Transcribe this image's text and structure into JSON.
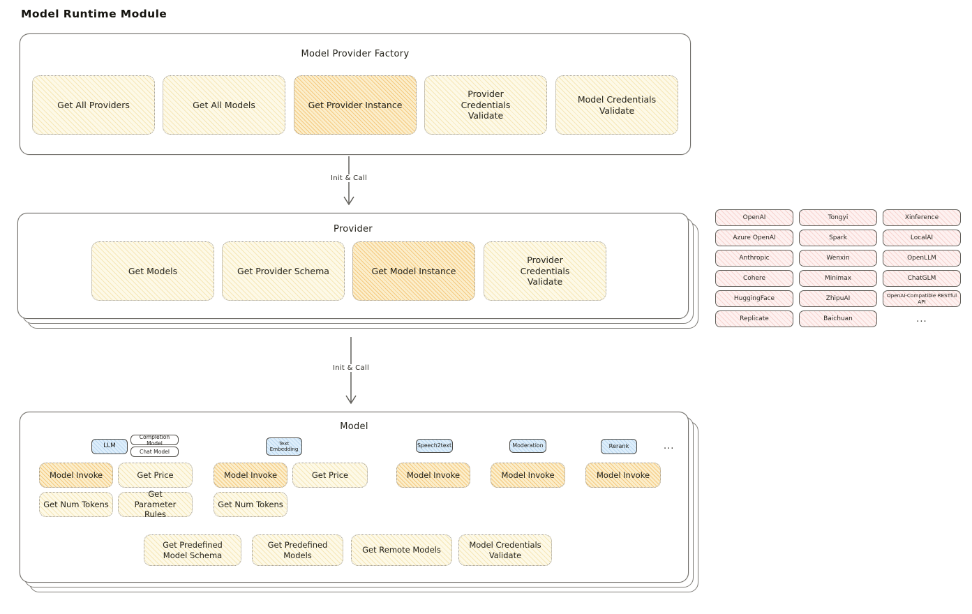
{
  "title": "Model Runtime Module",
  "arrows": {
    "init_call_1": "Init & Call",
    "init_call_2": "Init & Call"
  },
  "factory": {
    "title": "Model Provider Factory",
    "boxes": [
      {
        "label": "Get All Providers"
      },
      {
        "label": "Get All Models"
      },
      {
        "label": "Get Provider Instance"
      },
      {
        "label": "Provider Credentials Validate"
      },
      {
        "label": "Model Credentials Validate"
      }
    ]
  },
  "provider": {
    "title": "Provider",
    "boxes": [
      {
        "label": "Get Models"
      },
      {
        "label": "Get Provider Schema"
      },
      {
        "label": "Get Model Instance"
      },
      {
        "label": "Provider Credentials Validate"
      }
    ]
  },
  "providers_list": {
    "items": [
      "OpenAI",
      "Tongyi",
      "Xinference",
      "Azure OpenAI",
      "Spark",
      "LocalAI",
      "Anthropic",
      "Wenxin",
      "OpenLLM",
      "Cohere",
      "Minimax",
      "ChatGLM",
      "HuggingFace",
      "ZhipuAI",
      "OpenAI-Compatible RESTful API",
      "Replicate",
      "Baichuan"
    ],
    "more_label": "..."
  },
  "model": {
    "title": "Model",
    "tags": {
      "llm": "LLM",
      "completion_model": "Completion Model",
      "chat_model": "Chat Model",
      "text_embedding": "Text Embedding",
      "speech2text": "Speech2text",
      "moderation": "Moderation",
      "rerank": "Rerank",
      "more": "..."
    },
    "actions": {
      "llm_model_invoke": "Model Invoke",
      "llm_get_price": "Get Price",
      "llm_get_num_tokens": "Get Num Tokens",
      "llm_get_parameter_rules": "Get Parameter Rules",
      "te_model_invoke": "Model Invoke",
      "te_get_price": "Get Price",
      "te_get_num_tokens": "Get Num Tokens",
      "s2t_model_invoke": "Model Invoke",
      "moderation_model_invoke": "Model Invoke",
      "rerank_model_invoke": "Model Invoke",
      "get_predefined_model_schema": "Get Predefined Model Schema",
      "get_predefined_models": "Get Predefined Models",
      "get_remote_models": "Get Remote Models",
      "model_credentials_validate": "Model Credentials Validate"
    }
  },
  "colors": {
    "yellow_light": "#fdf9e7",
    "yellow_highlight": "#fbeecb",
    "pink": "#fdf1f0",
    "blue": "#ddeefb",
    "panel_border": "#6f6d68"
  }
}
